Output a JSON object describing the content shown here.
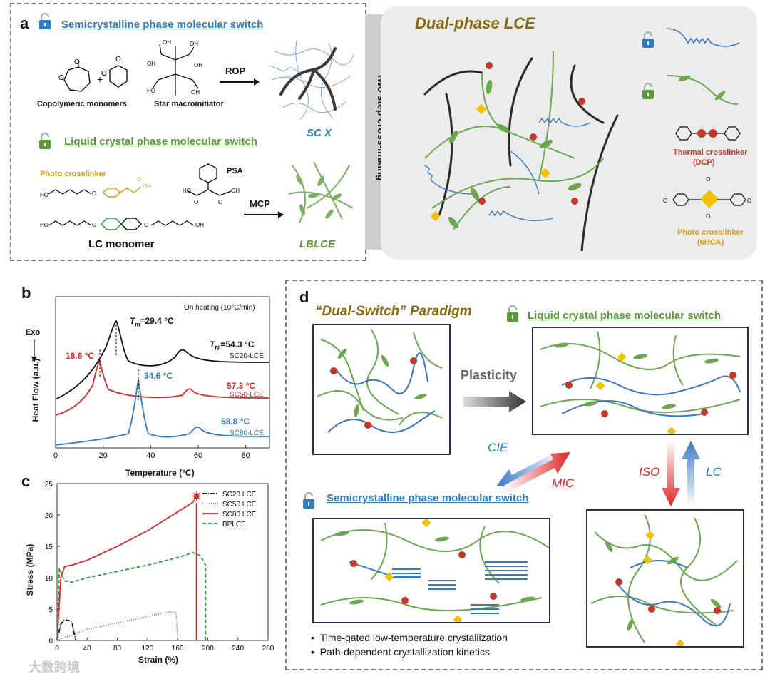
{
  "panel_a": {
    "letter": "a",
    "sc_title": "Semicrystalline phase molecular switch",
    "lc_title": "Liquid crystal phase molecular switch",
    "copolymeric_monomers": "Copolymeric monomers",
    "star_macroinitiator": "Star macroinitiator",
    "rop": "ROP",
    "scx": "SC X",
    "photo_crosslinker": "Photo crosslinker",
    "psa": "PSA",
    "mcp": "MCP",
    "lc_monomer": "LC monomer",
    "lblce": "LBLCE",
    "two_step": "Two step cross-linking",
    "dual_phase": "Dual-phase LCE",
    "thermal_crosslinker": "Thermal crosslinker",
    "dcp": "(DCP)",
    "photo_crosslinker_right": "Photo crosslinker",
    "hca": "(6HCA)"
  },
  "panel_b": {
    "letter": "b",
    "on_heating": "On heating (10°C/min)",
    "exo": "Exo",
    "ylabel": "Heat Flow (a.u.)",
    "xlabel": "Temperature (°C)",
    "tm": "T",
    "tm_sub": "m",
    "tm_val": "=29.4 °C",
    "tni": "T",
    "tni_sub": "NI",
    "tni_val": "=54.3 °C",
    "sc20": "SC20-LCE",
    "sc50": "SC50-LCE",
    "sc80": "SC80-LCE",
    "peak_186": "18.6 °C",
    "peak_573": "57.3 °C",
    "peak_346": "34.6 °C",
    "peak_588": "58.8 °C"
  },
  "panel_c": {
    "letter": "c",
    "ylabel": "Stress (MPa)",
    "xlabel": "Strain (%)"
  },
  "panel_d": {
    "letter": "d",
    "paradigm": "“Dual-Switch” Paradigm",
    "lc_title": "Liquid crystal phase molecular switch",
    "sc_title": "Semicrystalline phase molecular switch",
    "plasticity": "Plasticity",
    "cie": "CIE",
    "mic": "MIC",
    "iso": "ISO",
    "lc": "LC",
    "bullet1": "Time-gated low-temperature crystallization",
    "bullet2": "Path-dependent crystallization kinetics"
  },
  "watermark": "大数跨境",
  "colors": {
    "sc20": "#111111",
    "sc50": "#e02424",
    "sc80": "#2f7dc0",
    "bplce": "#2a9a3a",
    "chain_green": "#5a9a3c",
    "chain_blue": "#3a78c4",
    "gold": "#f2c200",
    "node_red": "#c0392b"
  },
  "chart_data": [
    {
      "type": "line",
      "title": "",
      "xlabel": "Temperature (°C)",
      "ylabel": "Heat Flow (a.u.)",
      "xlim": [
        0,
        90
      ],
      "xticks": [
        0,
        20,
        40,
        60,
        80
      ],
      "series": [
        {
          "name": "SC20-LCE",
          "peaks": [
            29.4,
            54.3
          ]
        },
        {
          "name": "SC50-LCE",
          "peaks": [
            18.6,
            57.3
          ]
        },
        {
          "name": "SC80-LCE",
          "peaks": [
            34.6,
            58.8
          ]
        }
      ]
    },
    {
      "type": "line",
      "title": "",
      "xlabel": "Strain (%)",
      "ylabel": "Stress (MPa)",
      "xlim": [
        0,
        280
      ],
      "ylim": [
        0,
        25
      ],
      "xticks": [
        0,
        40,
        80,
        120,
        160,
        200,
        240,
        280
      ],
      "yticks": [
        0,
        5,
        10,
        15,
        20,
        25
      ],
      "legend": "top-right",
      "series": [
        {
          "name": "SC20 LCE",
          "style": "dash-dot",
          "x": [
            0,
            5,
            10,
            15,
            20,
            22,
            25
          ],
          "y": [
            0,
            2.6,
            3.3,
            3.2,
            2.9,
            1.5,
            0
          ]
        },
        {
          "name": "SC50 LCE",
          "style": "dotted",
          "x": [
            0,
            40,
            80,
            120,
            150,
            158,
            160
          ],
          "y": [
            0,
            1.8,
            2.8,
            3.8,
            4.6,
            4.4,
            0
          ]
        },
        {
          "name": "SC80 LCE",
          "style": "solid",
          "x": [
            0,
            5,
            10,
            20,
            40,
            80,
            120,
            160,
            180,
            185,
            185
          ],
          "y": [
            0,
            10,
            11.8,
            12,
            12.8,
            15,
            17.5,
            20.5,
            22,
            23,
            0
          ]
        },
        {
          "name": "BPLCE",
          "style": "dashed",
          "x": [
            0,
            3,
            10,
            20,
            40,
            80,
            120,
            160,
            180,
            190,
            197,
            197
          ],
          "y": [
            0,
            11.5,
            9.5,
            9.3,
            10,
            11,
            12,
            13.2,
            14,
            13.5,
            12,
            0
          ]
        }
      ]
    }
  ]
}
